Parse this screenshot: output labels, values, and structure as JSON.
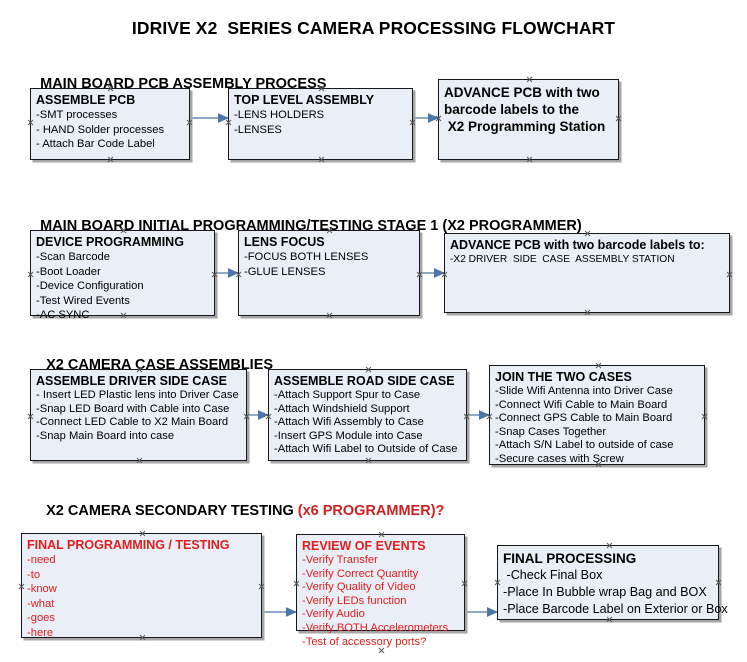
{
  "document": {
    "title": "IDRIVE X2  SERIES CAMERA PROCESSING FLOWCHART"
  },
  "colors": {
    "node_fill": "#e9eef7",
    "node_border": "#15171a",
    "node_shadow": "#a6a6a6",
    "text": "#000000",
    "accent_red": "#cf2020",
    "connector": "#7d9ec0"
  },
  "sections": [
    {
      "id": "main-board-pcb-assembly-process",
      "header": "MAIN BOARD PCB ASSEMBLY PROCESS",
      "header_accent": "",
      "nodes": [
        {
          "id": "assemble-pcb",
          "title": "ASSEMBLE PCB",
          "lines": [
            "-SMT processes",
            "- HAND Solder processes",
            "- Attach Bar Code Label"
          ]
        },
        {
          "id": "top-level-assembly",
          "title": "TOP LEVEL ASSEMBLY",
          "lines": [
            "-LENS HOLDERS",
            "-LENSES"
          ]
        },
        {
          "id": "advance-pcb-to-x2-programming-station",
          "title": "ADVANCE PCB with two",
          "lines": [
            "barcode labels to the",
            " X2 Programming Station"
          ]
        }
      ]
    },
    {
      "id": "main-board-initial-programming-testing-stage-1",
      "header": "MAIN BOARD INITIAL PROGRAMMING/TESTING STAGE 1 (X2 PROGRAMMER)",
      "header_accent": "",
      "nodes": [
        {
          "id": "device-programming",
          "title": "DEVICE PROGRAMMING",
          "lines": [
            "-Scan Barcode",
            "-Boot Loader",
            "-Device Configuration",
            "-Test Wired Events",
            "-AC SYNC"
          ]
        },
        {
          "id": "lens-focus",
          "title": "LENS FOCUS",
          "lines": [
            "-FOCUS BOTH LENSES",
            "-GLUE LENSES"
          ]
        },
        {
          "id": "advance-pcb-to-driver-side-case-assembly-station",
          "title": "ADVANCE PCB with two barcode labels to:",
          "lines": [
            "-X2 DRIVER  SIDE  CASE  ASSEMBLY STATION"
          ]
        }
      ]
    },
    {
      "id": "x2-camera-case-assemblies",
      "header": "X2 CAMERA CASE ASSEMBLIES",
      "header_accent": "",
      "nodes": [
        {
          "id": "assemble-driver-side-case",
          "title": "ASSEMBLE DRIVER SIDE CASE",
          "lines": [
            "- Insert LED Plastic lens into Driver Case",
            "-Snap LED Board with Cable into Case",
            "-Connect LED Cable to X2 Main Board",
            "-Snap Main Board into case"
          ]
        },
        {
          "id": "assemble-road-side-case",
          "title": "ASSEMBLE ROAD SIDE CASE",
          "lines": [
            "-Attach Support Spur to Case",
            "-Attach Windshield Support",
            "-Attach Wifi Assembly to Case",
            "-Insert GPS Module into Case",
            "-Attach Wifi Label to Outside of Case"
          ]
        },
        {
          "id": "join-the-two-cases",
          "title": "JOIN THE TWO CASES",
          "lines": [
            "-Slide Wifi Antenna into Driver Case",
            "-Connect Wifi Cable to Main Board",
            "-Connect GPS Cable to Main Board",
            "-Snap Cases Together",
            "-Attach S/N Label to outside of case",
            "-Secure cases with Screw"
          ]
        }
      ]
    },
    {
      "id": "x2-camera-secondary-testing",
      "header": "X2 CAMERA SECONDARY TESTING ",
      "header_accent": "(x6 PROGRAMMER)?",
      "nodes": [
        {
          "id": "final-programming-testing",
          "title": "FINAL PROGRAMMING / TESTING",
          "lines": [
            "-need",
            "-to",
            "-know",
            "-what",
            "-goes",
            "-here"
          ]
        },
        {
          "id": "review-of-events",
          "title": "REVIEW OF EVENTS",
          "lines": [
            "-Verify Transfer",
            "-Verify Correct Quantity",
            "-Verify Quality of Video",
            "-Verify LEDs function",
            "-Verify Audio",
            "-Verify BOTH Accelerometers",
            "-Test of accessory ports?"
          ]
        },
        {
          "id": "final-processing",
          "title": "FINAL PROCESSING",
          "lines": [
            " -Check Final Box",
            "-Place In Bubble wrap Bag and BOX",
            "-Place Barcode Label on Exterior or Box"
          ]
        }
      ]
    }
  ]
}
